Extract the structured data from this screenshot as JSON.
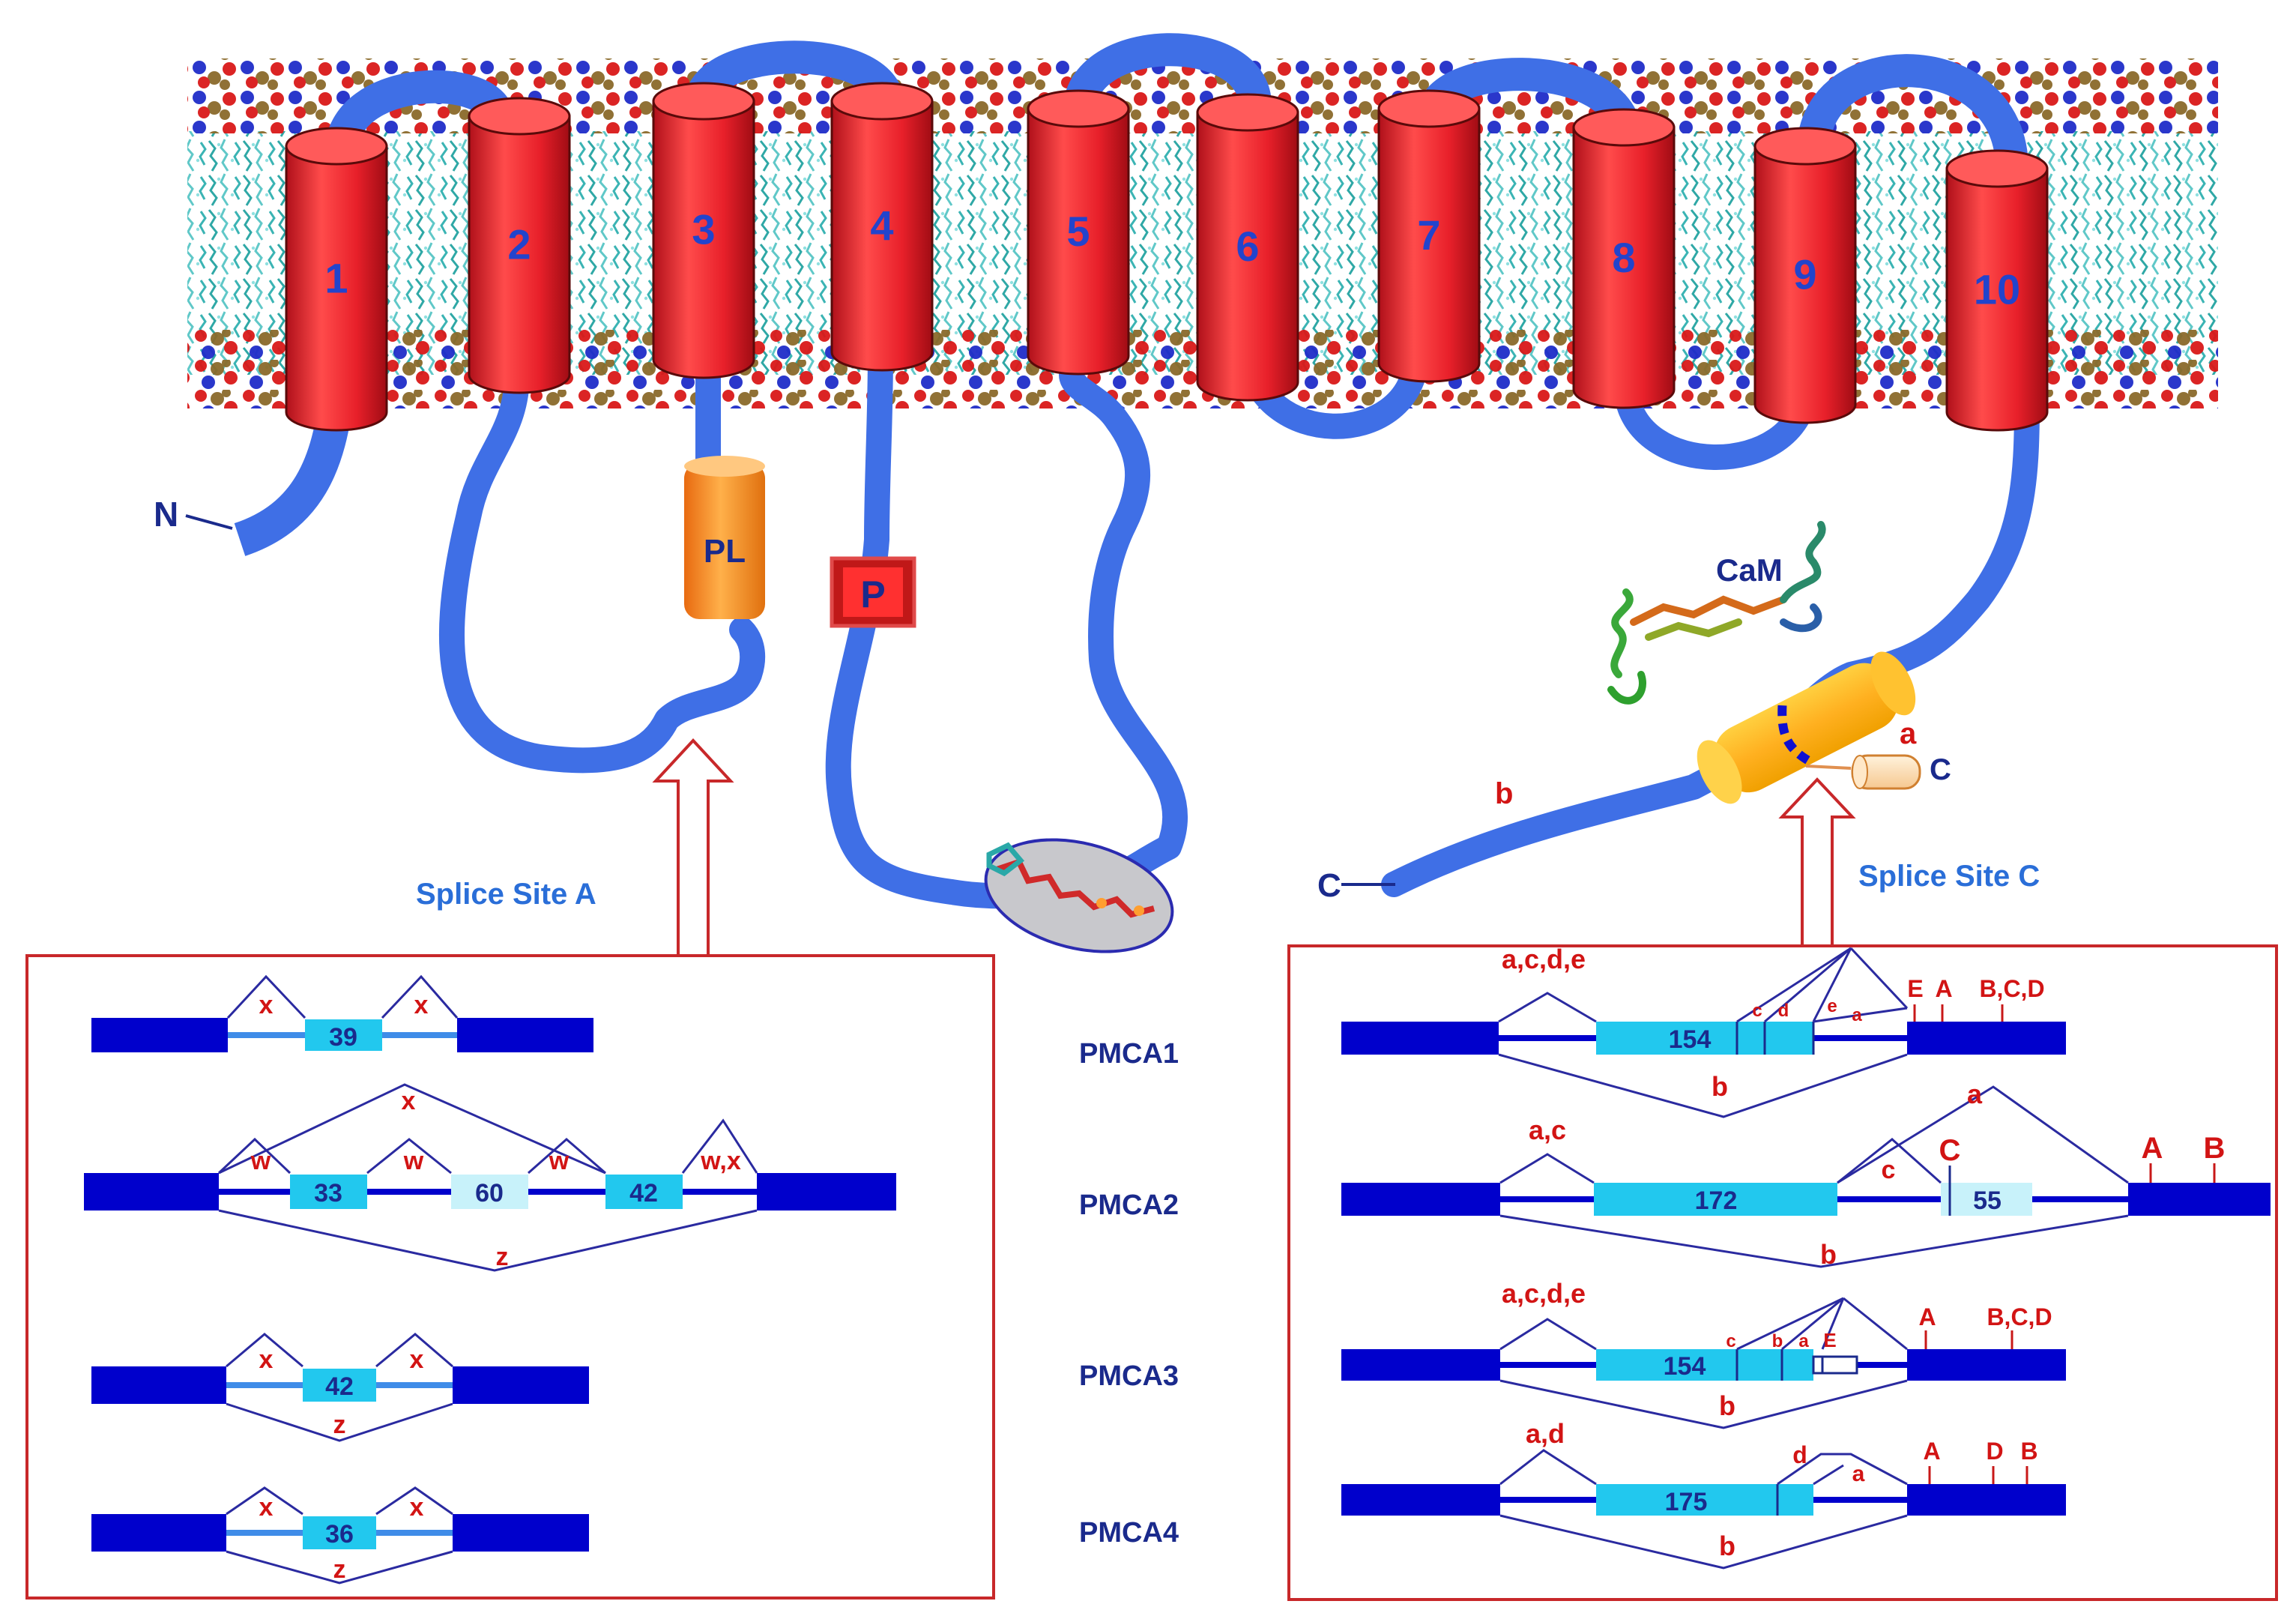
{
  "helices": [
    "1",
    "2",
    "3",
    "4",
    "5",
    "6",
    "7",
    "8",
    "9",
    "10"
  ],
  "termini": {
    "n": "N",
    "c": "C",
    "c_alt": "C"
  },
  "domains": {
    "pl": "PL",
    "p": "P",
    "cam": "CaM"
  },
  "tail_labels": {
    "a": "a",
    "b": "b"
  },
  "splice_sites": {
    "a": "Splice Site A",
    "c": "Splice Site C"
  },
  "isoforms": [
    "PMCA1",
    "PMCA2",
    "PMCA3",
    "PMCA4"
  ],
  "site_a": {
    "pmca1": {
      "exon": "39",
      "labels": [
        "x",
        "x"
      ]
    },
    "pmca2": {
      "exons": [
        "33",
        "60",
        "42"
      ],
      "top_label": "x",
      "labels": [
        "w",
        "w",
        "w",
        "w,x"
      ],
      "bottom_label": "z"
    },
    "pmca3": {
      "exon": "42",
      "labels": [
        "x",
        "x"
      ],
      "bottom_label": "z"
    },
    "pmca4": {
      "exon": "36",
      "labels": [
        "x",
        "x"
      ],
      "bottom_label": "z"
    }
  },
  "site_c": {
    "pmca1": {
      "exon": "154",
      "left": "a,c,d,e",
      "inner": [
        "c",
        "d",
        "e",
        "a"
      ],
      "stops": [
        "E",
        "A",
        "B,C,D"
      ],
      "bottom": "b"
    },
    "pmca2": {
      "exons": [
        "172",
        "55"
      ],
      "left": "a,c",
      "inner": [
        "c",
        "C",
        "a"
      ],
      "stops": [
        "A",
        "B"
      ],
      "bottom": "b"
    },
    "pmca3": {
      "exon": "154",
      "left": "a,c,d,e",
      "inner": [
        "c",
        "b",
        "a",
        "E"
      ],
      "stops": [
        "A",
        "B,C,D"
      ],
      "bottom": "b"
    },
    "pmca4": {
      "exon": "175",
      "left": "a,d",
      "inner": [
        "d",
        "a"
      ],
      "stops": [
        "A",
        "D",
        "B"
      ],
      "bottom": "b"
    }
  },
  "colors": {
    "helix": "#e8202a",
    "loop": "#3f6fe6",
    "exon_dark": "#0000cc",
    "exon_light": "#22c8ee",
    "label_red": "#d21414",
    "label_blue": "#1a2a8c",
    "box_border": "#c8282a"
  }
}
